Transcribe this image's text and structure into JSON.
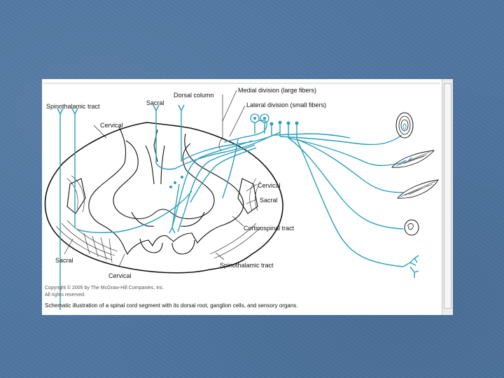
{
  "figure": {
    "labels": {
      "spinothalamic_top": "Spinothalamic tract",
      "sacral_top": "Sacral",
      "dorsal_column": "Dorsal column",
      "medial_division": "Medial division (large fibers)",
      "lateral_division": "Lateral division (small fibers)",
      "cervical_top": "Cervical",
      "cervical_right": "Cervical",
      "sacral_right": "Sacral",
      "corticospinal": "Corticospinal tract",
      "sacral_bottom": "Sacral",
      "cervical_bottom": "Cervical",
      "spinothalamic_bottom": "Spinothalamic tract"
    },
    "copyright_line1": "Copyright © 2005 by The McGraw-Hill Companies, Inc.",
    "copyright_line2": "All rights reserved.",
    "caption": "Schematic illustration of a spinal cord segment with its dorsal root, ganglion cells, and sensory organs."
  },
  "colors": {
    "background": "#4f76a1",
    "nerve_fibers": "#2a9fba",
    "outline": "#111111"
  }
}
